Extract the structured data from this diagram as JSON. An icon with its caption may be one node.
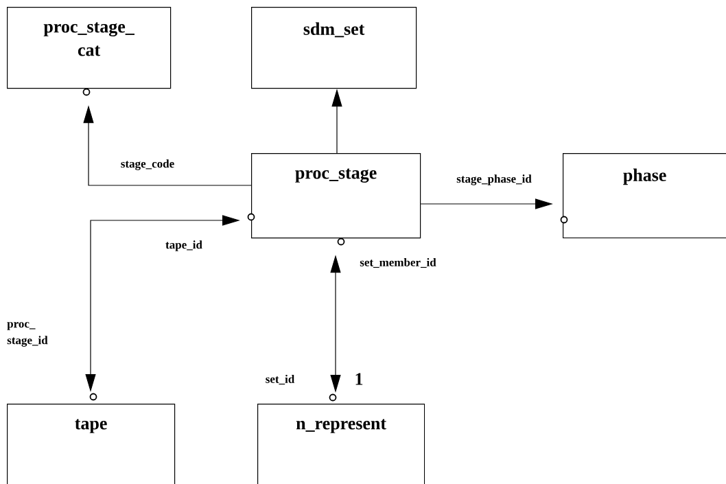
{
  "diagram": {
    "nodes": [
      {
        "text": [
          "proc_stage_ cat"
        ]
      },
      {
        "text": [
          "sdm_set"
        ]
      },
      {
        "text": [
          "proc_stage"
        ]
      },
      {
        "text": [
          "phase"
        ]
      },
      {
        "text": [
          "tape"
        ]
      },
      {
        "text": [
          "n_represent"
        ]
      }
    ],
    "edges": [
      {
        "from": 2,
        "to": 0,
        "arrow": "to",
        "label": "stage_code"
      },
      {
        "from": 2,
        "to": 1,
        "arrow": "to"
      },
      {
        "from": 2,
        "to": 3,
        "arrow": "to",
        "label": "stage_phase_id"
      },
      {
        "from": 4,
        "to": 2,
        "arrow": "both",
        "label": "tape_id"
      },
      {
        "from": 5,
        "to": 2,
        "arrow": "both",
        "label": "set_member_id"
      }
    ],
    "labels": [
      "proc_ stage_id",
      "set_id",
      "1"
    ]
  }
}
